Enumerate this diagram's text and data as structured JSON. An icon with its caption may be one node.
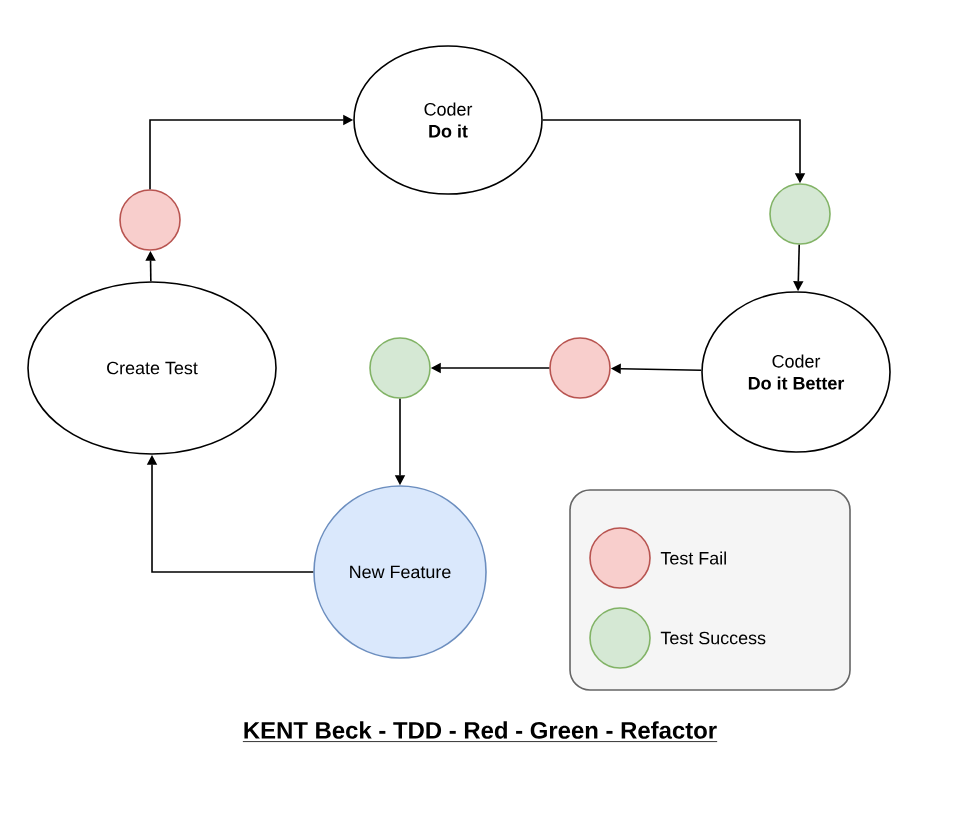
{
  "diagram": {
    "title": "KENT Beck - TDD - Red - Green - Refactor",
    "nodes": [
      {
        "text": [
          "Coder",
          "Do it"
        ]
      },
      {
        "text": [],
        "shape": "circle"
      },
      {
        "text": [],
        "shape": "circle"
      },
      {
        "text": [
          "Create Test"
        ]
      },
      {
        "text": [],
        "shape": "circle"
      },
      {
        "text": [],
        "shape": "circle"
      },
      {
        "text": [
          "Coder",
          "Do it Better"
        ]
      },
      {
        "text": [
          "New Feature"
        ]
      }
    ],
    "edges": [
      {
        "from": 3,
        "to": 1,
        "arrow": "to"
      },
      {
        "from": 1,
        "to": 0,
        "arrow": "to"
      },
      {
        "from": 0,
        "to": 2,
        "arrow": "to"
      },
      {
        "from": 2,
        "to": 6,
        "arrow": "to"
      },
      {
        "from": 6,
        "to": 5,
        "arrow": "to"
      },
      {
        "from": 5,
        "to": 4,
        "arrow": "to"
      },
      {
        "from": 4,
        "to": 7,
        "arrow": "to"
      },
      {
        "from": 7,
        "to": 3,
        "arrow": "to"
      }
    ],
    "legend": [
      {
        "text": "Test Fail",
        "color": "#f8cecc"
      },
      {
        "text": "Test Success",
        "color": "#d5e8d4"
      }
    ]
  }
}
